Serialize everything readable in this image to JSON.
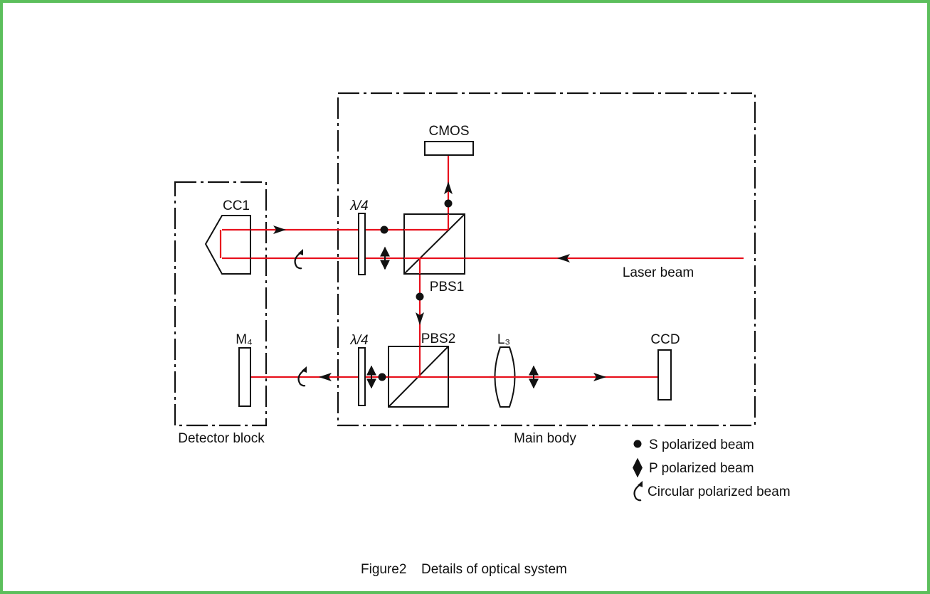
{
  "diagram": {
    "labels": {
      "cmos": "CMOS",
      "cc1": "CC1",
      "qwp1": "λ/4",
      "qwp2": "λ/4",
      "pbs1": "PBS1",
      "pbs2": "PBS2",
      "l3": "L₃",
      "ccd": "CCD",
      "m4": "M₄",
      "laser_beam": "Laser beam",
      "detector_block": "Detector block",
      "main_body": "Main body"
    },
    "legend": {
      "s_polarized": "S polarized beam",
      "p_polarized": "P polarized beam",
      "circular_polarized": "Circular polarized beam"
    },
    "caption": {
      "figure": "Figure2",
      "title": "Details of optical system"
    },
    "colors": {
      "beam": "#e8101c",
      "frame_border": "#5cbf5c",
      "line": "#111111"
    }
  }
}
